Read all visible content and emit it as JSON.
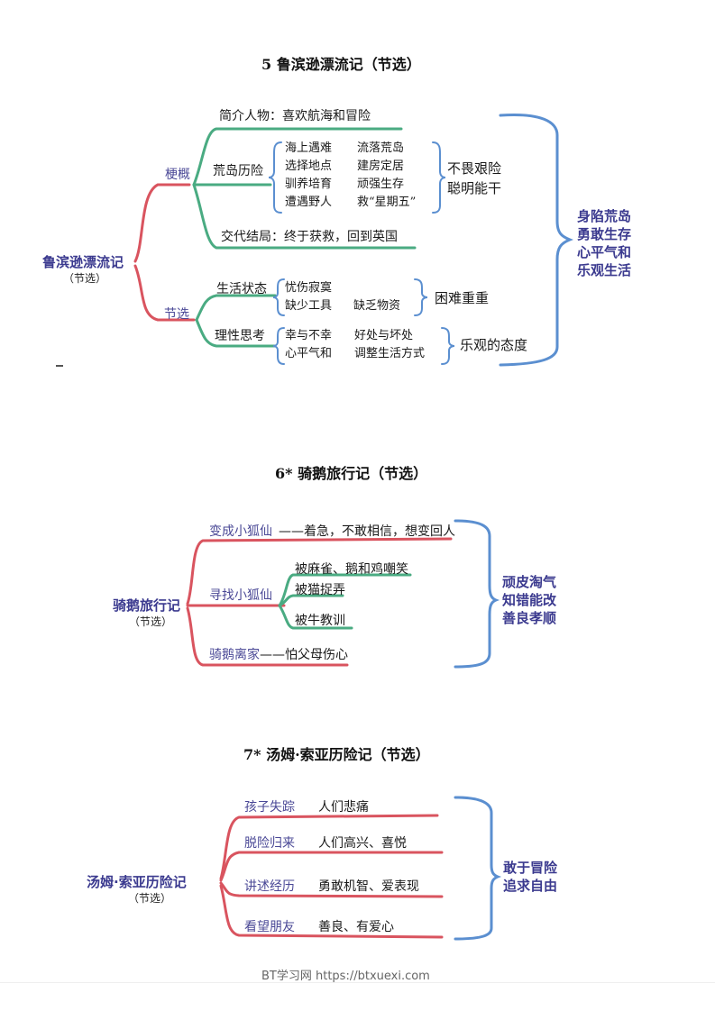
{
  "section1": {
    "title": "5  鲁滨逊漂流记（节选）",
    "root": "鲁滨逊漂流记",
    "root_sub": "（节选）",
    "branch_a": "梗概",
    "branch_b": "节选",
    "intro": "简介人物：喜欢航海和冒险",
    "island_label": "荒岛历险",
    "island_items": [
      "海上遇难",
      "流落荒岛",
      "选择地点",
      "建房定居",
      "驯养培育",
      "顽强生存",
      "遭遇野人",
      "救“星期五”"
    ],
    "island_result": "不畏艰险\n聪明能干",
    "ending": "交代结局：终于获救，回到英国",
    "life_label": "生活状态",
    "life_items": [
      "忧伤寂寞",
      "缺少工具",
      "缺乏物资"
    ],
    "life_result": "困难重重",
    "think_label": "理性思考",
    "think_items": [
      "幸与不幸",
      "好处与坏处",
      "心平气和",
      "调整生活方式"
    ],
    "think_result": "乐观的态度",
    "summary": "身陷荒岛\n勇敢生存\n心平气和\n乐观生活"
  },
  "section2": {
    "title": "6*  骑鹅旅行记（节选）",
    "root": "骑鹅旅行记",
    "root_sub": "（节选）",
    "b1_label": "变成小狐仙",
    "b1_detail": "——着急，不敢相信，想变回人",
    "b2_label": "寻找小狐仙",
    "b2_items": [
      "被麻雀、鹅和鸡嘲笑",
      "被猫捉弄",
      "被牛教训"
    ],
    "b3_label": "骑鹅离家",
    "b3_detail": "——怕父母伤心",
    "summary": "顽皮淘气\n知错能改\n善良孝顺"
  },
  "section3": {
    "title": "7*  汤姆·索亚历险记（节选）",
    "root": "汤姆·索亚历险记",
    "root_sub": "（节选）",
    "rows": [
      {
        "label": "孩子失踪",
        "detail": "人们悲痛"
      },
      {
        "label": "脱险归来",
        "detail": "人们高兴、喜悦"
      },
      {
        "label": "讲述经历",
        "detail": "勇敢机智、爱表现"
      },
      {
        "label": "看望朋友",
        "detail": "善良、有爱心"
      }
    ],
    "summary": "敢于冒险\n追求自由"
  },
  "footer": "BT学习网 https://btxuexi.com",
  "colors": {
    "red": "#d9545f",
    "green": "#4aab82",
    "blue": "#5b8fd0",
    "purple": "#3b3a8f"
  }
}
